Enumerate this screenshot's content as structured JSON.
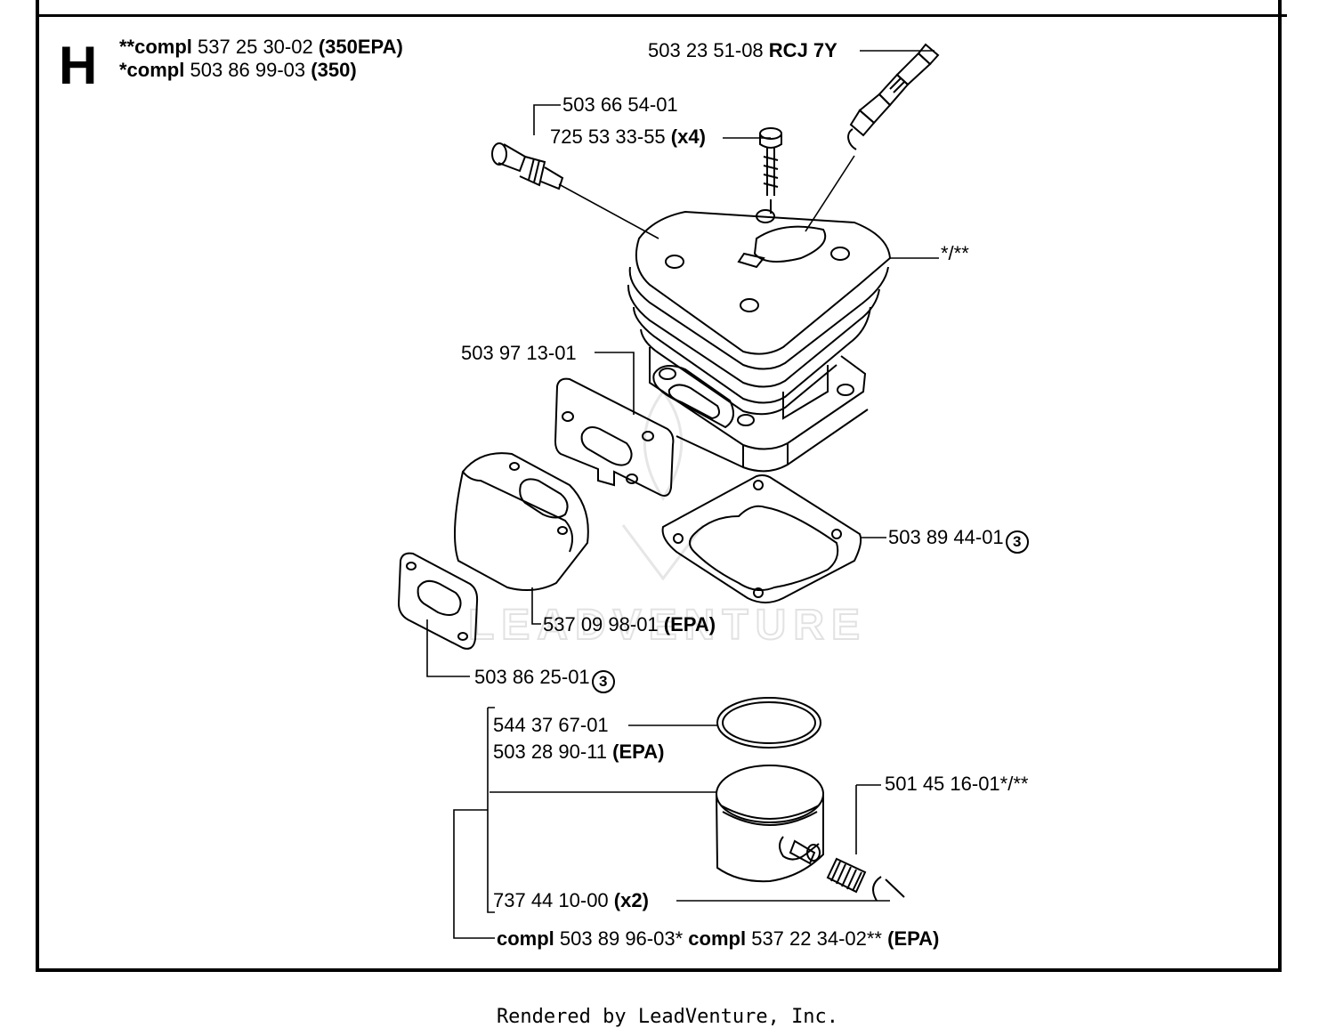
{
  "section_letter": "H",
  "header": {
    "line1": {
      "prefix": "**compl",
      "number": "537 25 30-02",
      "model": "(350EPA)"
    },
    "line2": {
      "prefix": "*compl",
      "number": "503 86 99-03",
      "model": "(350)"
    }
  },
  "parts": {
    "spark_plug": {
      "number": "503 23 51-08",
      "note": "RCJ 7Y"
    },
    "decomp_valve": {
      "number": "503 66 54-01"
    },
    "screw": {
      "number": "725 53 33-55",
      "qty": "(x4)"
    },
    "cylinder": {
      "note": "*/**"
    },
    "muffler_gasket": {
      "number": "503 97 13-01"
    },
    "base_gasket": {
      "number": "503 89 44-01",
      "badge": "3"
    },
    "heat_shield": {
      "number": "537 09 98-01",
      "note": "(EPA)"
    },
    "intake_gasket": {
      "number": "503 86 25-01",
      "badge": "3"
    },
    "piston_ring_1": {
      "number": "544 37 67-01"
    },
    "piston_ring_2": {
      "number": "503 28 90-11",
      "note": "(EPA)"
    },
    "needle_bearing": {
      "number": "501 45 16-01*/**"
    },
    "circlip": {
      "number": "737 44 10-00",
      "qty": "(x2)"
    },
    "piston_kit": {
      "prefix_a": "compl",
      "number_a": "503 89 96-03*",
      "prefix_b": "compl",
      "number_b": "537 22 34-02**",
      "note": "(EPA)"
    }
  },
  "watermark": "LEADVENTURE",
  "footer": "Rendered by LeadVenture, Inc."
}
